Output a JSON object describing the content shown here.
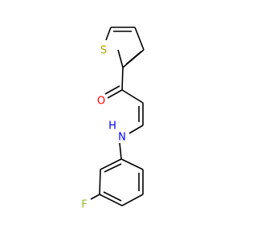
{
  "molecule": {
    "atoms": {
      "sulfur": "S",
      "oxygen": "O",
      "nitrogen_hydrogen": "H",
      "nitrogen": "N",
      "fluorine": "F"
    },
    "colors": {
      "bond": "#000000",
      "sulfur": "#b3a200",
      "oxygen": "#ff0000",
      "nitrogen": "#0000ff",
      "fluorine": "#8fbf26"
    }
  }
}
